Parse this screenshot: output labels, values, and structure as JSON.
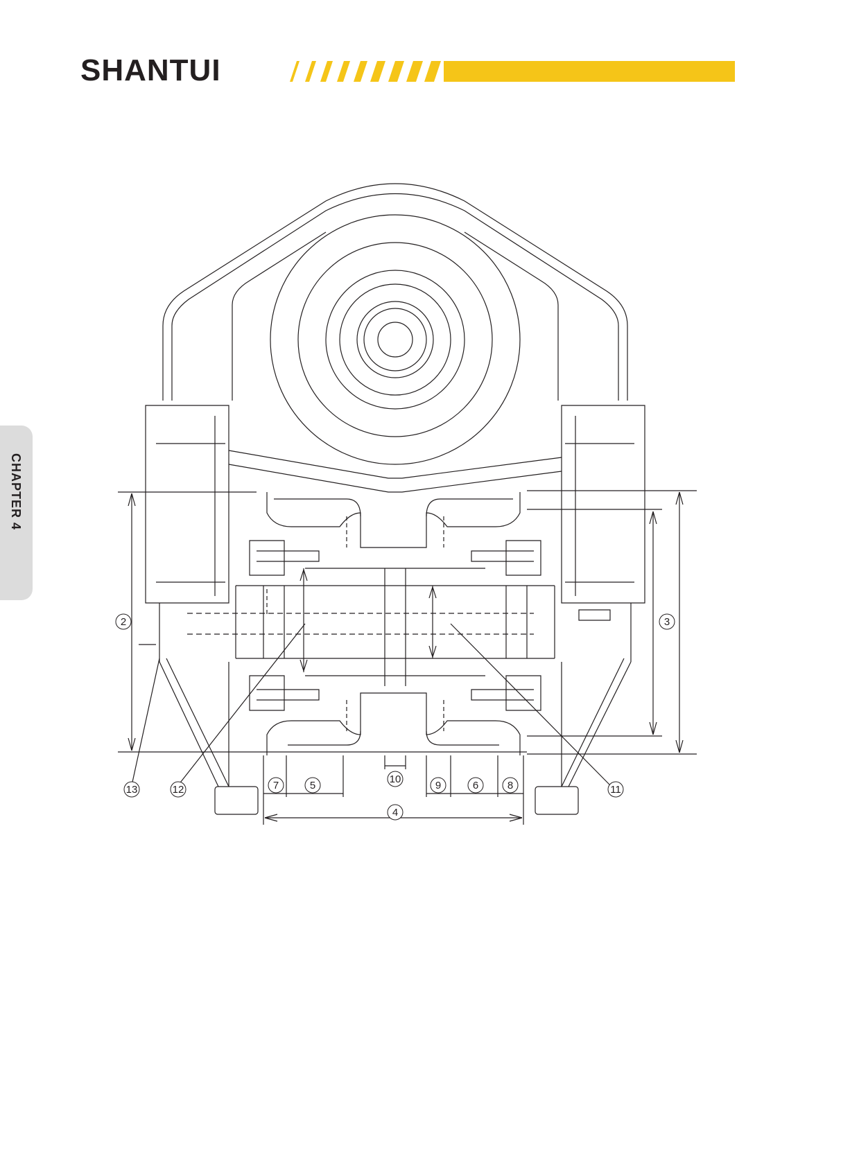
{
  "header": {
    "brand": "SHANTUI",
    "accent_color": "#f5c518"
  },
  "side_tab": {
    "label": "CHAPTER 4"
  },
  "diagram": {
    "callouts": [
      "2",
      "3",
      "4",
      "5",
      "6",
      "7",
      "8",
      "9",
      "10",
      "11",
      "12",
      "13"
    ]
  }
}
